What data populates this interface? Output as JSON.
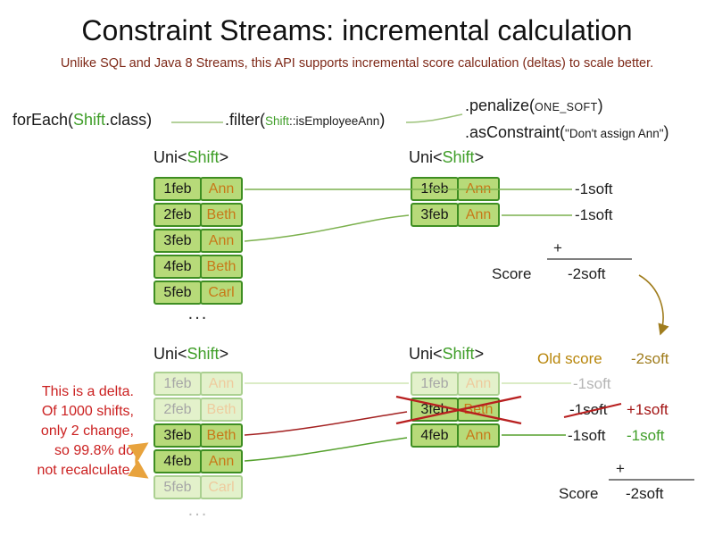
{
  "title": "Constraint Streams: incremental calculation",
  "subtitle": "Unlike SQL and Java 8 Streams, this API supports incremental score calculation (deltas) to scale better.",
  "code": {
    "foreach_prefix": "forEach(",
    "foreach_type": "Shift",
    "foreach_suffix": ".class)",
    "filter_prefix": ".filter(",
    "filter_type": "Shift",
    "filter_method": "::isEmployeeAnn",
    "filter_suffix": ")",
    "penalize_prefix": ".penalize(",
    "penalize_arg": "ONE_SOFT",
    "penalize_suffix": ")",
    "asconstraint_prefix": ".asConstraint(",
    "asconstraint_arg": "\"Don't assign Ann\"",
    "asconstraint_suffix": ")"
  },
  "uni_label": {
    "prefix": "Uni<",
    "type": "Shift",
    "suffix": ">"
  },
  "tables": {
    "ellipsis": "...",
    "top_left": [
      {
        "date": "1feb",
        "name": "Ann"
      },
      {
        "date": "2feb",
        "name": "Beth"
      },
      {
        "date": "3feb",
        "name": "Ann"
      },
      {
        "date": "4feb",
        "name": "Beth"
      },
      {
        "date": "5feb",
        "name": "Carl"
      }
    ],
    "top_right": [
      {
        "date": "1feb",
        "name": "Ann"
      },
      {
        "date": "3feb",
        "name": "Ann"
      }
    ],
    "bottom_left": [
      {
        "date": "1feb",
        "name": "Ann"
      },
      {
        "date": "2feb",
        "name": "Beth"
      },
      {
        "date": "3feb",
        "name": "Beth"
      },
      {
        "date": "4feb",
        "name": "Ann"
      },
      {
        "date": "5feb",
        "name": "Carl"
      }
    ],
    "bottom_right": [
      {
        "date": "1feb",
        "name": "Ann"
      },
      {
        "date": "3feb",
        "name": "Beth"
      },
      {
        "date": "4feb",
        "name": "Ann"
      }
    ]
  },
  "top_scores": {
    "row1": "-1soft",
    "row2": "-1soft",
    "plus": "+",
    "score_label": "Score",
    "total": "-2soft"
  },
  "old_score": {
    "label": "Old score",
    "value": "-2soft"
  },
  "bottom_scores": {
    "row1": "-1soft",
    "row2": "-1soft",
    "row2_delta": "+1soft",
    "row3": "-1soft",
    "row3_delta": "-1soft",
    "plus": "+",
    "score_label": "Score",
    "total": "-2soft"
  },
  "delta_note": {
    "line1": "This is a delta.",
    "line2": "Of 1000 shifts,",
    "line3": "only 2 change,",
    "line4": "so 99.8% do",
    "line5": "not recalculate."
  },
  "colors": {
    "box_fill": "#b7da79",
    "box_border": "#3e8e22",
    "name_orange": "#c87818",
    "type_green": "#3f9e28",
    "delta_red": "#cb2020",
    "score_brown": "#b8860b",
    "subtitle_maroon": "#7e2817"
  }
}
